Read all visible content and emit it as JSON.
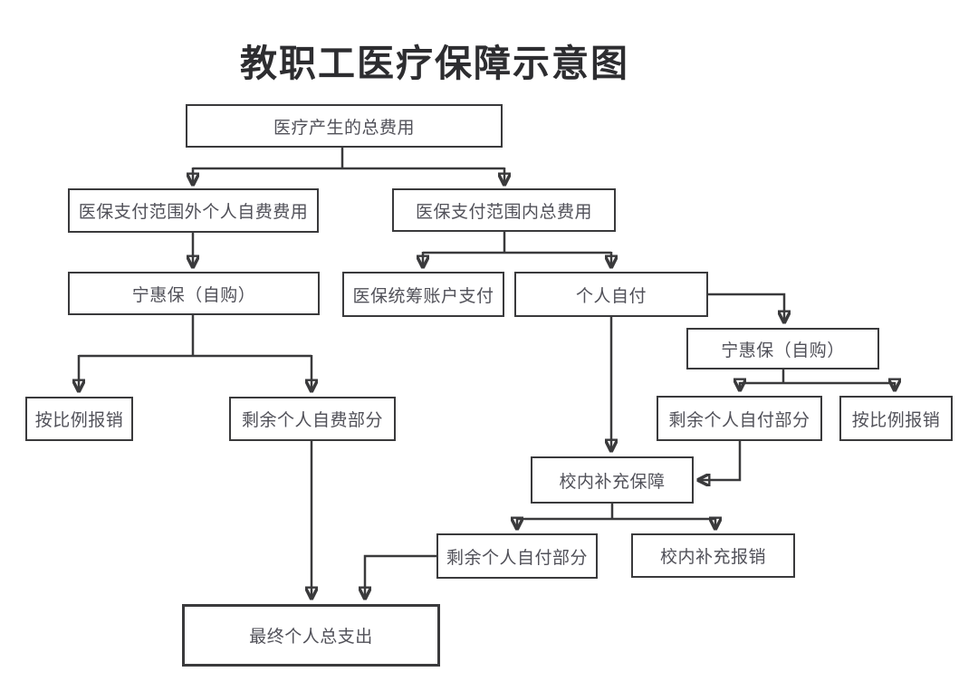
{
  "title": "教职工医疗保障示意图",
  "colors": {
    "line": "#3a3a3c",
    "text": "#515159",
    "title": "#2d2d30",
    "bg": "#ffffff"
  },
  "nodes": {
    "total_cost": {
      "label": "医疗产生的总费用"
    },
    "out_of_scope": {
      "label": "医保支付范围外个人自费费用"
    },
    "in_scope": {
      "label": "医保支付范围内总费用"
    },
    "ninghuibao_left": {
      "label": "宁惠保（自购）"
    },
    "pooled_account": {
      "label": "医保统筹账户支付"
    },
    "self_pay": {
      "label": "个人自付"
    },
    "ninghuibao_right": {
      "label": "宁惠保（自购）"
    },
    "ratio_reimburse_left": {
      "label": "按比例报销"
    },
    "remaining_self_fee": {
      "label": "剩余个人自费部分"
    },
    "remaining_self_pay_right": {
      "label": "剩余个人自付部分"
    },
    "ratio_reimburse_right": {
      "label": "按比例报销"
    },
    "school_supplement": {
      "label": "校内补充保障"
    },
    "remaining_self_pay_bottom": {
      "label": "剩余个人自付部分"
    },
    "school_reimburse": {
      "label": "校内补充报销"
    },
    "final_total": {
      "label": "最终个人总支出"
    }
  },
  "edges": [
    {
      "from": "total_cost",
      "to": "out_of_scope"
    },
    {
      "from": "total_cost",
      "to": "in_scope"
    },
    {
      "from": "out_of_scope",
      "to": "ninghuibao_left"
    },
    {
      "from": "ninghuibao_left",
      "to": "ratio_reimburse_left"
    },
    {
      "from": "ninghuibao_left",
      "to": "remaining_self_fee"
    },
    {
      "from": "remaining_self_fee",
      "to": "final_total"
    },
    {
      "from": "in_scope",
      "to": "pooled_account"
    },
    {
      "from": "in_scope",
      "to": "self_pay"
    },
    {
      "from": "self_pay",
      "to": "ninghuibao_right"
    },
    {
      "from": "self_pay",
      "to": "school_supplement"
    },
    {
      "from": "ninghuibao_right",
      "to": "remaining_self_pay_right"
    },
    {
      "from": "ninghuibao_right",
      "to": "ratio_reimburse_right"
    },
    {
      "from": "remaining_self_pay_right",
      "to": "school_supplement"
    },
    {
      "from": "school_supplement",
      "to": "remaining_self_pay_bottom"
    },
    {
      "from": "school_supplement",
      "to": "school_reimburse"
    },
    {
      "from": "remaining_self_pay_bottom",
      "to": "final_total"
    }
  ]
}
